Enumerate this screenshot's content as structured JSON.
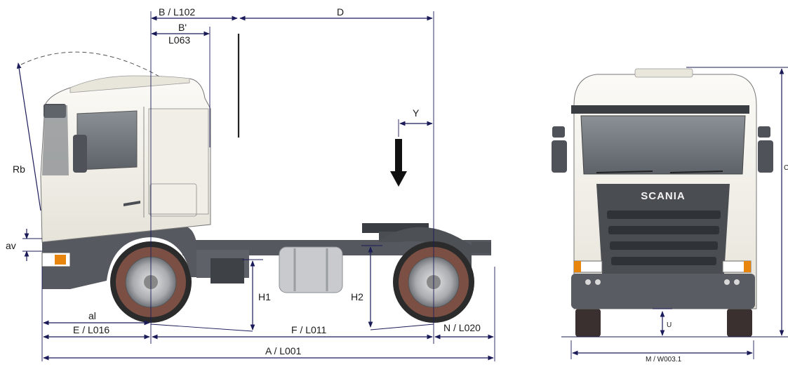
{
  "side_view": {
    "labels": {
      "b_l102": "B / L102",
      "b_prime": "B'",
      "l063": "L063",
      "d": "D",
      "y": "Y",
      "rb": "Rb",
      "av": "av",
      "al": "al",
      "e_l016": "E / L016",
      "f_l011": "F / L011",
      "n_l020": "N / L020",
      "a_l001": "A / L001",
      "h1": "H1",
      "h2": "H2"
    }
  },
  "front_view": {
    "brand": "SCANIA",
    "labels": {
      "u": "U",
      "m_w003": "M / W003.1",
      "c": "C"
    }
  },
  "colors": {
    "cab": "#f3f1ea",
    "chassis": "#5a5d63",
    "dimension_line": "#1b1b5a",
    "tire": "#2b2b2b",
    "grille": "#4a4d52"
  }
}
